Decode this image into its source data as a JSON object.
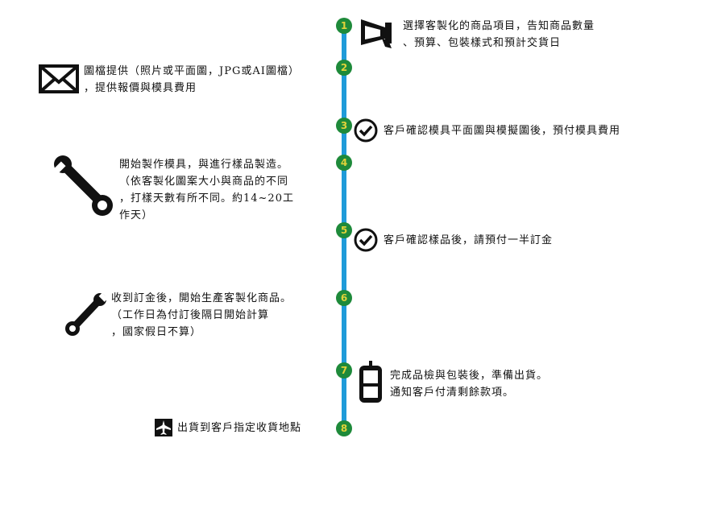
{
  "steps": [
    {
      "number": "1",
      "lines": [
        "選擇客製化的商品項目，告知商品數量",
        "、預算、包裝樣式和預計交貨日"
      ],
      "icon": "megaphone-icon"
    },
    {
      "number": "2",
      "lines": [
        "圖檔提供（照片或平面圖，JPG或AI圖檔）",
        "，提供報價與模具費用"
      ],
      "icon": "envelope-icon"
    },
    {
      "number": "3",
      "lines": [
        "客戶確認模具平面圖與模擬圖後，預付模具費用"
      ],
      "icon": "check-circle-icon"
    },
    {
      "number": "4",
      "lines": [
        "開始製作模具，與進行樣品製造。",
        "（依客製化圖案大小與商品的不同",
        "，打樣天數有所不同。約14~20工",
        "作天）"
      ],
      "icon": "wrench-icon"
    },
    {
      "number": "5",
      "lines": [
        "客戶確認樣品後，請預付一半訂金"
      ],
      "icon": "check-circle-icon"
    },
    {
      "number": "6",
      "lines": [
        "收到訂金後，開始生產客製化商品。",
        "（工作日為付訂後隔日開始計算",
        "，國家假日不算）"
      ],
      "icon": "wrench-icon"
    },
    {
      "number": "7",
      "lines": [
        "完成品檢與包裝後，準備出貨。",
        "通知客戶付清剩餘款項。"
      ],
      "icon": "mobile-phone-icon"
    },
    {
      "number": "8",
      "lines": [
        "出貨到客戶指定收貨地點"
      ],
      "icon": "airplane-icon"
    }
  ],
  "colors": {
    "line": "#1f9bd9",
    "node": "#1e8a3a",
    "node_number": "#e0d23a",
    "icon": "#111111"
  }
}
